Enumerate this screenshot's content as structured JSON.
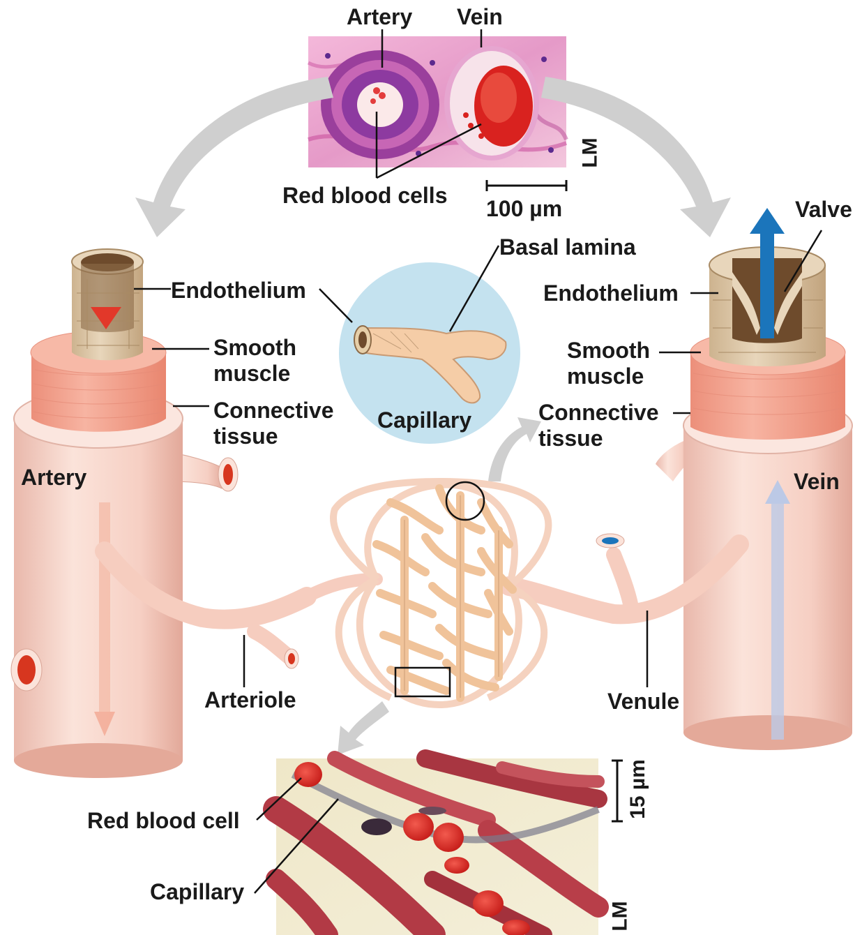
{
  "micrograph_top": {
    "label_artery": "Artery",
    "label_vein": "Vein",
    "label_red_blood_cells": "Red blood cells",
    "scale_bar": "100 µm",
    "technique": "LM"
  },
  "artery": {
    "title": "Artery",
    "layer_endothelium": "Endothelium",
    "layer_smooth_muscle": "Smooth\nmuscle",
    "layer_connective_tissue": "Connective\ntissue"
  },
  "vein": {
    "title": "Vein",
    "label_valve": "Valve",
    "layer_endothelium": "Endothelium",
    "layer_smooth_muscle": "Smooth\nmuscle",
    "layer_connective_tissue": "Connective\ntissue"
  },
  "capillary_inset": {
    "label_basal_lamina": "Basal lamina",
    "label_capillary": "Capillary"
  },
  "network": {
    "label_arteriole": "Arteriole",
    "label_venule": "Venule"
  },
  "micrograph_bottom": {
    "label_red_blood_cell": "Red blood cell",
    "label_capillary": "Capillary",
    "scale_bar": "15 µm",
    "technique": "LM"
  },
  "colors": {
    "vessel_outer": "#f7d3c8",
    "smooth_muscle": "#f2a08c",
    "endothelium": "#d9c4a3",
    "capillary": "#f0c39a",
    "arrow_gray": "#c9c9c9",
    "blood_red": "#e2382a",
    "flow_blue": "#1b75bb",
    "inset_bg": "#bfe0ee"
  }
}
